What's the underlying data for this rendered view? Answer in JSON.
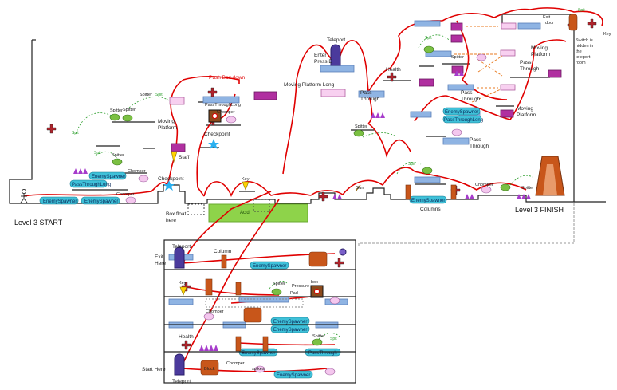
{
  "title_start": "Level 3 START",
  "title_finish": "Level 3 FINISH",
  "labels": {
    "teleport_top": "Teleport",
    "enter_press_e_1": "Enter",
    "enter_press_e_2": "Press E",
    "push_box_down": "Push Box down",
    "moving_platform_long": "Moving Platform Long",
    "pass_through_long_top": "PassThroughLong",
    "chomper_a": "Chomper",
    "spitter_a": "Spitter",
    "spitter_b": "Spitter",
    "spitter_c": "Spitter",
    "moving_platform_left_1": "Moving",
    "moving_platform_left_2": "Platform",
    "checkpoint_upper": "Checkpoint",
    "spitter_d": "Spitter",
    "staff": "Staff",
    "checkpoint_lower": "Checkpoint",
    "chomper_b": "Chomper",
    "chomper_c": "Chomper",
    "box_float_1": "Box float",
    "box_float_2": "here",
    "key_mid": "Key",
    "acid": "Acid",
    "gun": "Gun",
    "columns": "Columns",
    "health_top": "Health",
    "pass_through_1a": "Pass",
    "pass_through_1b": "Through",
    "spitter_e": "Spitter",
    "spit": "Spit",
    "spitter_f": "Spitter",
    "pass_through_2a": "Pass",
    "pass_through_2b": "Through",
    "pass_through_3a": "Pass",
    "pass_through_3b": "Through",
    "moving_platform_r1a": "Moving",
    "moving_platform_r1b": "Platform",
    "moving_platform_r2a": "Moving",
    "moving_platform_r2b": "Platform",
    "chomper_r": "Chomper",
    "spitter_r": "Spitter",
    "spitter_top": "Spitter",
    "exit_door_1": "Exit",
    "exit_door_2": "door",
    "key_top": "Key",
    "switch_note_1": "Switch is",
    "switch_note_2": "hidden in",
    "switch_note_3": "the",
    "switch_note_4": "teleport",
    "switch_note_5": "room",
    "teleport_room_top": "Teleport",
    "exit_here_1": "Exit",
    "exit_here_2": "Here",
    "column": "Column",
    "key_room": "Key",
    "spitter_room": "Spitter",
    "pressure_pad_1": "Pressure",
    "pressure_pad_2": "Pad",
    "box": "box",
    "chomper_room": "Chomper",
    "health_room": "Health",
    "spitter_room2": "Spitter",
    "start_here": "Start Here",
    "teleport_bottom": "Teleport",
    "block": "Block",
    "chomper_room2": "Chomper",
    "spikes": "spikes"
  },
  "tags": {
    "enemy_spawner": "EnemySpawner",
    "pass_through_long": "PassThroughLong",
    "pass_through": "PassThrough"
  },
  "colors": {
    "path": "#e00000",
    "platform_blue": "#8fb4e3",
    "spawner_cyan": "#3fc1d9",
    "acid_green": "#8ed34a",
    "purple": "#b02fa0",
    "pink": "#f4c7ee",
    "column_orange": "#c8561a",
    "spike_purple": "#a63ccb",
    "enemy_green": "#7bc043",
    "teleport_purple": "#4b3a9c"
  }
}
